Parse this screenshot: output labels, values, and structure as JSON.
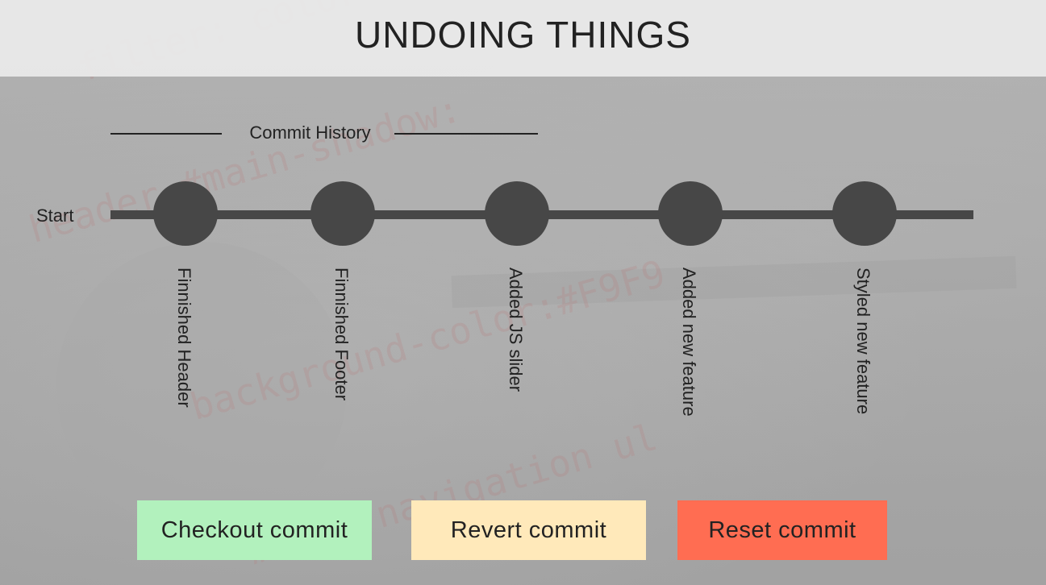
{
  "title": "UNDOING THINGS",
  "history": {
    "label": "Commit History",
    "start_label": "Start",
    "commits": [
      {
        "label": "Finnished Header"
      },
      {
        "label": "Finnished Footer"
      },
      {
        "label": "Added JS slider"
      },
      {
        "label": "Added new feature"
      },
      {
        "label": "Styled new feature"
      }
    ]
  },
  "actions": {
    "checkout": "Checkout commit",
    "revert": "Revert commit",
    "reset": "Reset commit"
  },
  "colors": {
    "checkout": "#b2f1bd",
    "revert": "#ffe9ba",
    "reset": "#ff6d52",
    "node": "#474747"
  }
}
